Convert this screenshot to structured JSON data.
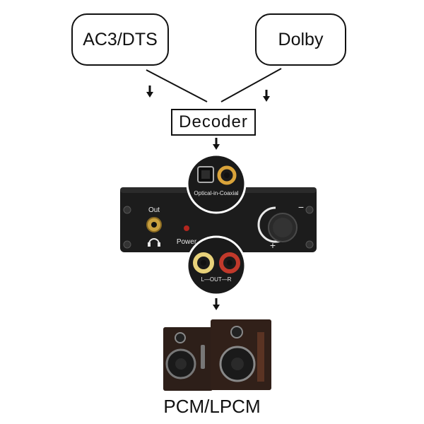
{
  "inputs": {
    "left_label": "AC3/DTS",
    "right_label": "Dolby"
  },
  "decoder": {
    "label": "Decoder"
  },
  "device": {
    "top_port_label": "Optical-in-Coaxial",
    "out_label": "Out",
    "power_label": "Power",
    "bottom_port_label": "L—OUT—R",
    "volume_plus": "+",
    "volume_minus": "−"
  },
  "output": {
    "label": "PCM/LPCM"
  },
  "colors": {
    "line": "#111111",
    "device_body": "#1c1c1c",
    "coaxial_ring": "#d9a33a",
    "right_rca_ring": "#c0392b",
    "power_led": "#b3261e",
    "speaker_wood": "#4a2a1e"
  }
}
